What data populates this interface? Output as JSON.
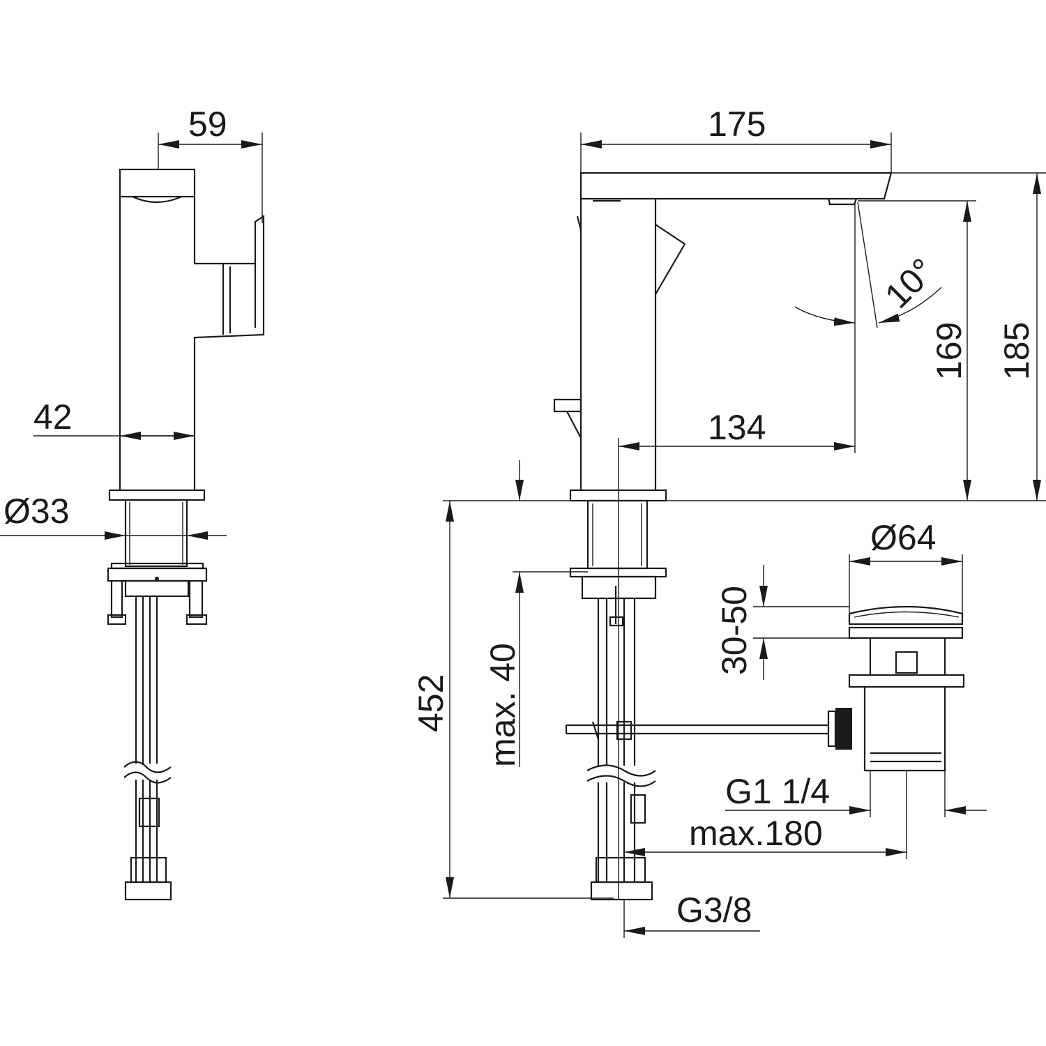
{
  "drawing": {
    "type": "technical dimension drawing of basin mixer with pop-up waste",
    "side_view": {
      "dimensions": {
        "spout_depth": "59",
        "body_width": "42",
        "shank_diameter": "Ø33"
      }
    },
    "front_view": {
      "dimensions": {
        "spout_length": "175",
        "spout_angle": "10°",
        "outlet_height": "169",
        "total_height": "185",
        "spout_reach": "134",
        "hose_length": "452",
        "max_deck_thickness": "max. 40",
        "waste_diameter": "Ø64",
        "plug_lift": "30-50",
        "waste_thread": "G1 1/4",
        "rod_length": "max.180",
        "hose_thread": "G3/8"
      }
    },
    "colors": {
      "line": "#1a1a1a",
      "background": "#ffffff"
    }
  }
}
